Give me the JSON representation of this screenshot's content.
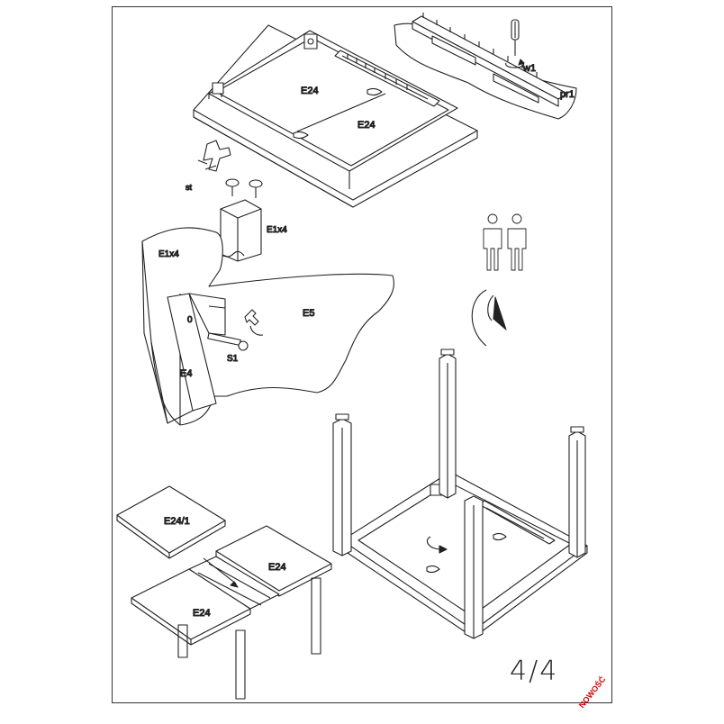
{
  "labels": {
    "e24_top_a": "E24",
    "e24_top_b": "E24",
    "w1": "w1",
    "pr1": "pr1",
    "st": "st",
    "e1x4_leg": "E1x4",
    "e1x4_side": "E1x4",
    "e5": "E5",
    "s1": "S1",
    "e4": "E4",
    "o": "0",
    "e24_1": "E24/1",
    "e24_right": "E24",
    "e24_left": "E24"
  },
  "page_number": "4/4",
  "stamp": "NOWOŚĆ",
  "colors": {
    "line": "#222222",
    "stamp": "#d40000"
  },
  "icons": [
    "screwdriver-icon",
    "two-people-icon",
    "rotate-arrow-icon",
    "wrench-icon"
  ]
}
